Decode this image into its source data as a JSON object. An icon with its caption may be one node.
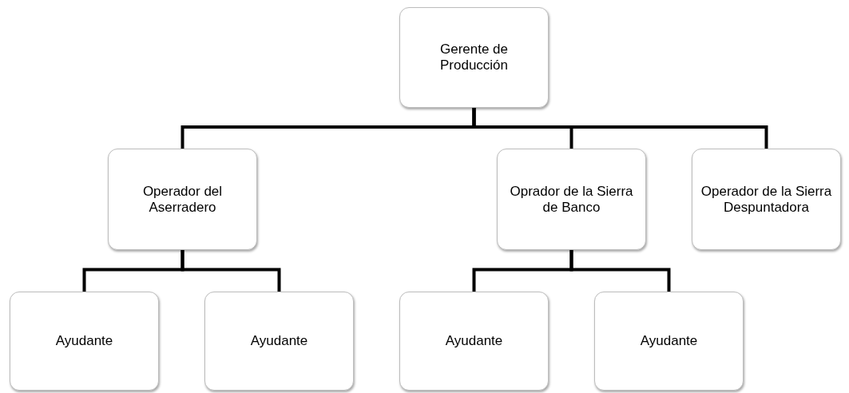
{
  "diagram": {
    "nodes": [
      {
        "text": [
          "Gerente de Producción"
        ]
      },
      {
        "text": [
          "Operador del Aserradero"
        ]
      },
      {
        "text": [
          "Oprador de la Sierra de Banco"
        ]
      },
      {
        "text": [
          "Operador de la Sierra Despuntadora"
        ]
      },
      {
        "text": [
          "Ayudante"
        ]
      },
      {
        "text": [
          "Ayudante"
        ]
      },
      {
        "text": [
          "Ayudante"
        ]
      },
      {
        "text": [
          "Ayudante"
        ]
      }
    ],
    "edges": [
      {
        "from": 0,
        "to": 1,
        "arrow": "none"
      },
      {
        "from": 0,
        "to": 2,
        "arrow": "none"
      },
      {
        "from": 0,
        "to": 3,
        "arrow": "none"
      },
      {
        "from": 1,
        "to": 4,
        "arrow": "none"
      },
      {
        "from": 1,
        "to": 5,
        "arrow": "none"
      },
      {
        "from": 2,
        "to": 6,
        "arrow": "none"
      },
      {
        "from": 2,
        "to": 7,
        "arrow": "none"
      }
    ]
  }
}
